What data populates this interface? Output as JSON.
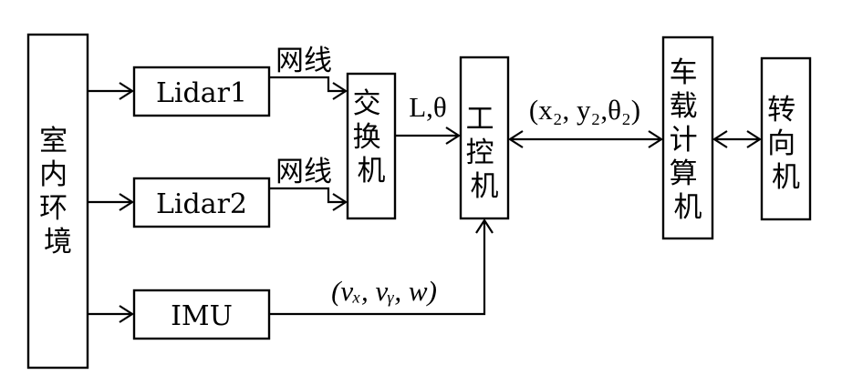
{
  "nodes": {
    "indoor_env": "室内环境",
    "lidar1": "Lidar1",
    "lidar2": "Lidar2",
    "imu": "IMU",
    "switch": "交换机",
    "ipc": "工控机",
    "vehicle_computer": "车载计算机",
    "steering": "转向机"
  },
  "edges": {
    "lidar1_to_switch": "网线",
    "lidar2_to_switch": "网线",
    "switch_to_ipc": "L,θ",
    "ipc_vehicle": "(x₂, y₂,θ₂)",
    "imu_to_ipc": "(vₓ, vᵧ, w)"
  }
}
